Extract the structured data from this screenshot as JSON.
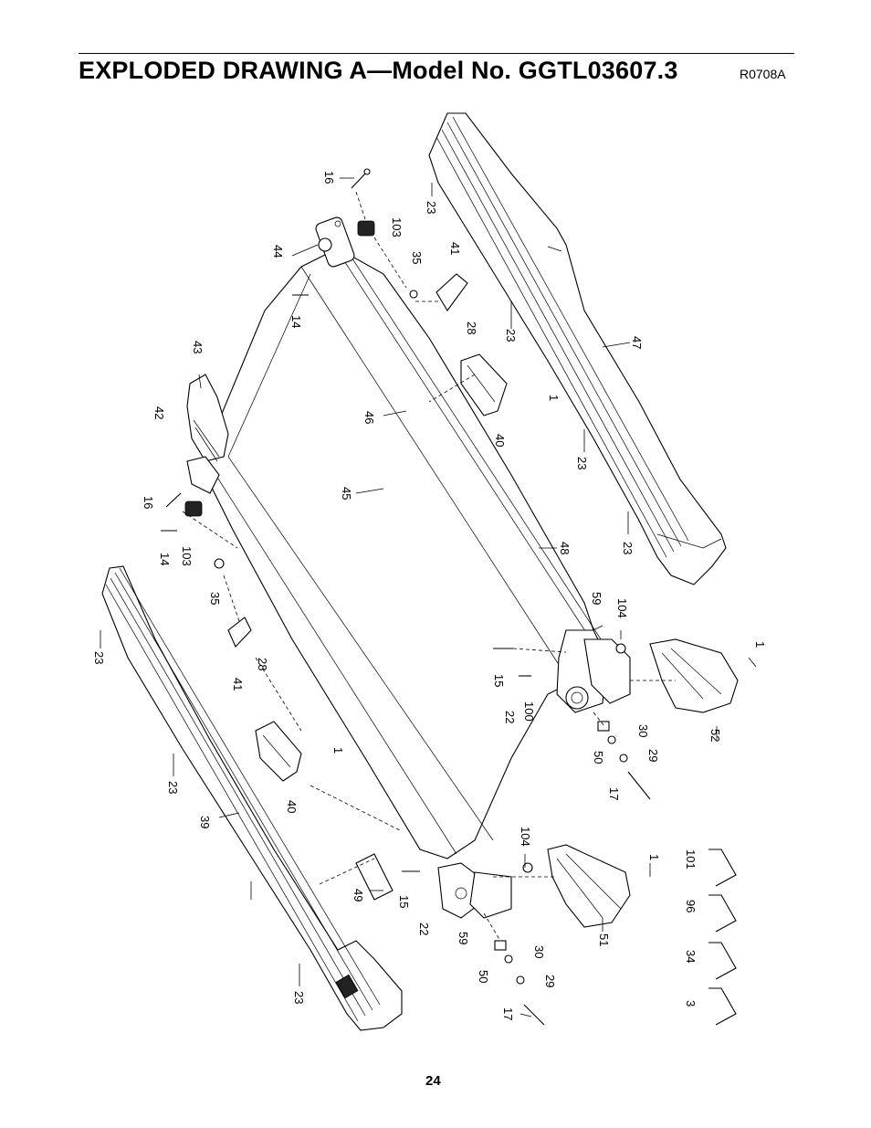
{
  "header": {
    "title": "EXPLODED DRAWING A—Model No. GGTL03607.3",
    "drawing_code": "R0708A"
  },
  "footer": {
    "page_number": "24"
  },
  "part_labels": [
    "16",
    "103",
    "44",
    "35",
    "41",
    "14",
    "28",
    "23",
    "47",
    "43",
    "42",
    "1",
    "40",
    "46",
    "45",
    "16",
    "14",
    "103",
    "23",
    "35",
    "23",
    "28",
    "41",
    "48",
    "23",
    "59",
    "104",
    "15",
    "22",
    "100",
    "1",
    "52",
    "50",
    "30",
    "29",
    "17",
    "23",
    "1",
    "40",
    "39",
    "23",
    "104",
    "1",
    "101",
    "96",
    "15",
    "49",
    "22",
    "59",
    "51",
    "34",
    "50",
    "30",
    "29",
    "17",
    "3",
    "23"
  ]
}
